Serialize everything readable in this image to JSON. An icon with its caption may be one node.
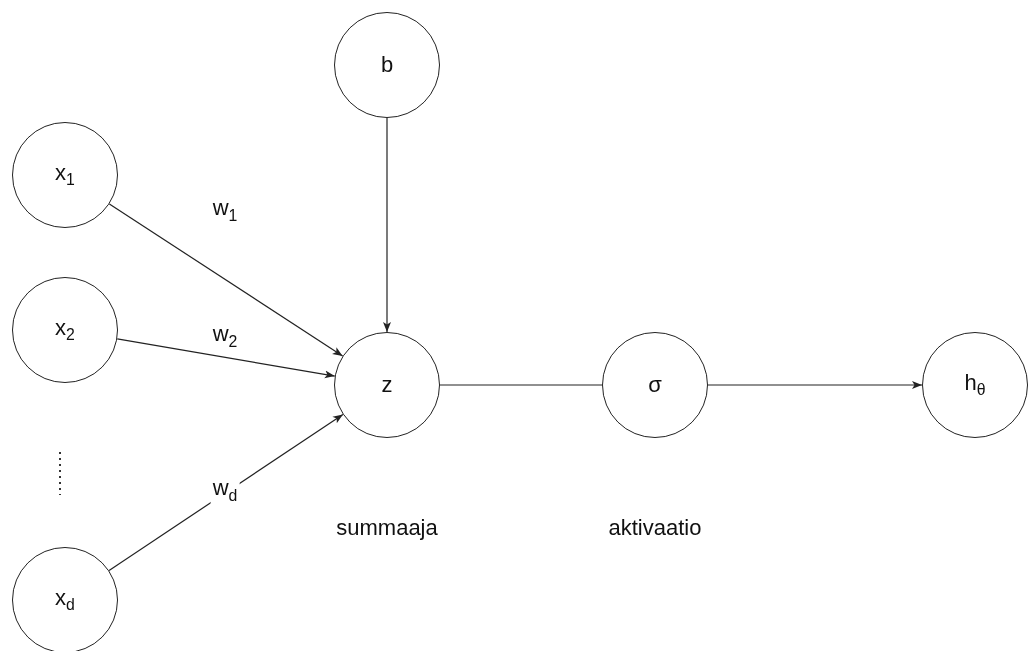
{
  "diagram": {
    "nodes": [
      {
        "text": [
          "b"
        ]
      },
      {
        "text": [
          "x$_{1}$"
        ]
      },
      {
        "text": [
          "x$_{2}$"
        ]
      },
      {
        "text": [
          "x$_{d}$"
        ]
      },
      {
        "text": [
          "z"
        ],
        "beside": [
          "summaaja"
        ]
      },
      {
        "text": [
          "σ"
        ],
        "beside": [
          "aktivaatio"
        ]
      },
      {
        "text": [
          "h$_{θ}$"
        ]
      }
    ],
    "edges": [
      {
        "from": 1,
        "to": 4,
        "arrow": "to",
        "label": "w$_{1}$"
      },
      {
        "from": 2,
        "to": 4,
        "arrow": "to",
        "label": "w$_{2}$"
      },
      {
        "from": 3,
        "to": 4,
        "arrow": "to",
        "label": "w$_{d}$"
      },
      {
        "from": 0,
        "to": 4,
        "arrow": "to"
      },
      {
        "from": 4,
        "to": 5,
        "arrow": "none"
      },
      {
        "from": 5,
        "to": 6,
        "arrow": "to"
      }
    ]
  }
}
